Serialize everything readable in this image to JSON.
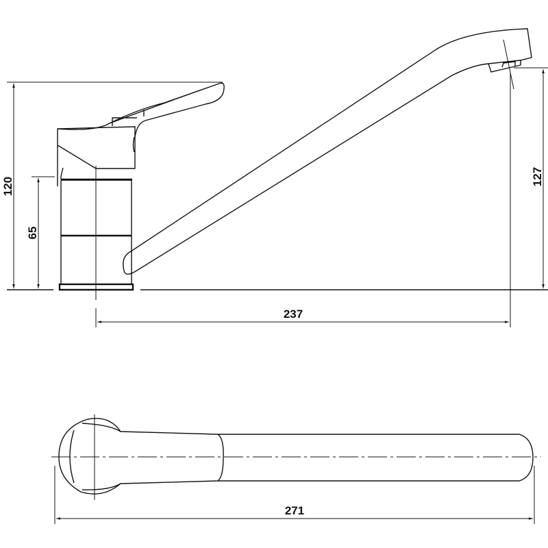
{
  "drawing": {
    "dimensions": {
      "total_height": "120",
      "body_height": "65",
      "spout_reach": "237",
      "spout_height": "127",
      "total_length": "271"
    },
    "colors": {
      "line": "#111111",
      "background": "#ffffff"
    }
  }
}
